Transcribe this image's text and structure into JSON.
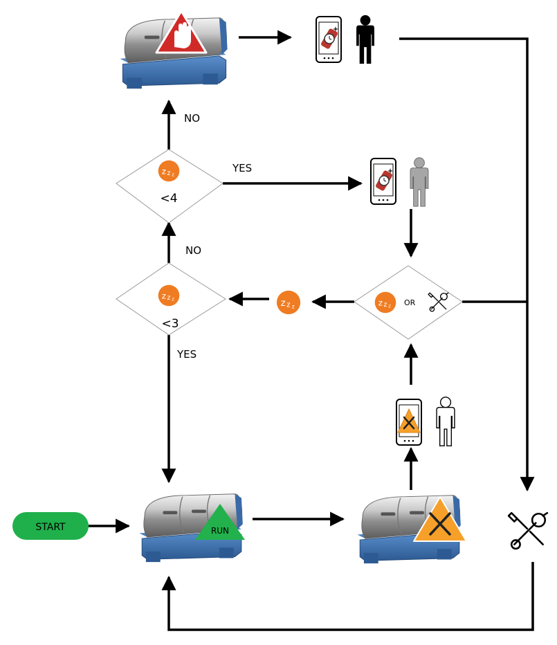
{
  "labels": {
    "start": "START",
    "run": "RUN",
    "no_top": "NO",
    "yes_top": "YES",
    "lt4": "<4",
    "no_mid": "NO",
    "lt3": "<3",
    "yes_mid": "YES",
    "or": "OR"
  },
  "icons": {
    "sleep": "sleep-zzz-icon",
    "tools": "wrench-screwdriver-icon",
    "phone": "smartphone-icon",
    "person": "person-icon",
    "stop": "stop-hand-warning-icon",
    "maintenance": "maintenance-warning-icon"
  },
  "colors": {
    "start_green": "#1fb04b",
    "run_green": "#22b14c",
    "sleep_orange": "#ef7c22",
    "warning_orange": "#f6a02a",
    "stop_red": "#d02a28",
    "machine_blue": "#3f74b2",
    "person_black": "#000000",
    "person_gray": "#a6a6a6",
    "person_white": "#ffffff"
  }
}
